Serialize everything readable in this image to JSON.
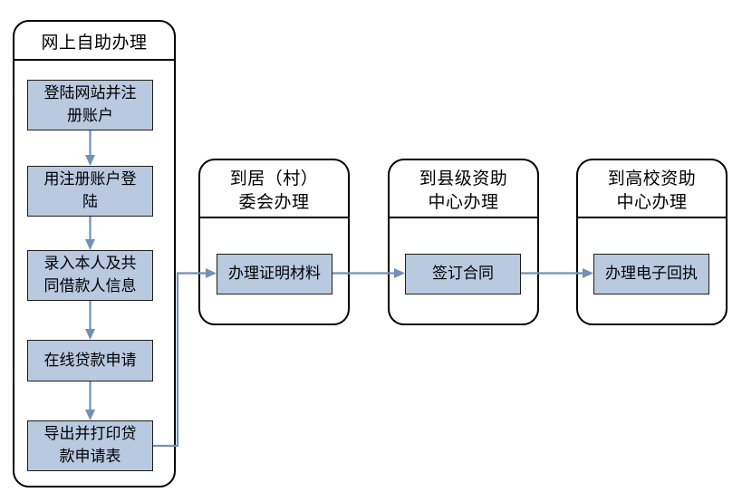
{
  "diagram": {
    "type": "flowchart",
    "title_text_present": false,
    "colors": {
      "step_fill": "#b8c9e0",
      "step_border": "#1f1f1f",
      "panel_border": "#000000",
      "connector": "#7391b5",
      "background": "#ffffff"
    },
    "panels": [
      {
        "id": "panel-online",
        "title": "网上自助办理",
        "title_lines": 1,
        "steps": [
          {
            "id": "step-register",
            "label": "登陆网站并注\n册账户"
          },
          {
            "id": "step-login",
            "label": "用注册账户登\n陆"
          },
          {
            "id": "step-input",
            "label": "录入本人及共\n同借款人信息"
          },
          {
            "id": "step-apply",
            "label": "在线贷款申请"
          },
          {
            "id": "step-print",
            "label": "导出并打印贷\n款申请表"
          }
        ]
      },
      {
        "id": "panel-committee",
        "title": "到居（村）\n委会办理",
        "title_lines": 2,
        "steps": [
          {
            "id": "step-certificate",
            "label": "办理证明材料"
          }
        ]
      },
      {
        "id": "panel-county",
        "title": "到县级资助\n中心办理",
        "title_lines": 2,
        "steps": [
          {
            "id": "step-contract",
            "label": "签订合同"
          }
        ]
      },
      {
        "id": "panel-college",
        "title": "到高校资助\n中心办理",
        "title_lines": 2,
        "steps": [
          {
            "id": "step-receipt",
            "label": "办理电子回执"
          }
        ]
      }
    ],
    "connectors": [
      {
        "id": "conn-register-login",
        "from": "step-register",
        "to": "step-login",
        "direction": "down"
      },
      {
        "id": "conn-login-input",
        "from": "step-login",
        "to": "step-input",
        "direction": "down"
      },
      {
        "id": "conn-input-apply",
        "from": "step-input",
        "to": "step-apply",
        "direction": "down"
      },
      {
        "id": "conn-apply-print",
        "from": "step-apply",
        "to": "step-print",
        "direction": "down"
      },
      {
        "id": "conn-print-cert",
        "from": "step-print",
        "to": "step-certificate",
        "direction": "right-elbow"
      },
      {
        "id": "conn-cert-contract",
        "from": "step-certificate",
        "to": "step-contract",
        "direction": "right"
      },
      {
        "id": "conn-contract-receipt",
        "from": "step-contract",
        "to": "step-receipt",
        "direction": "right"
      }
    ]
  }
}
